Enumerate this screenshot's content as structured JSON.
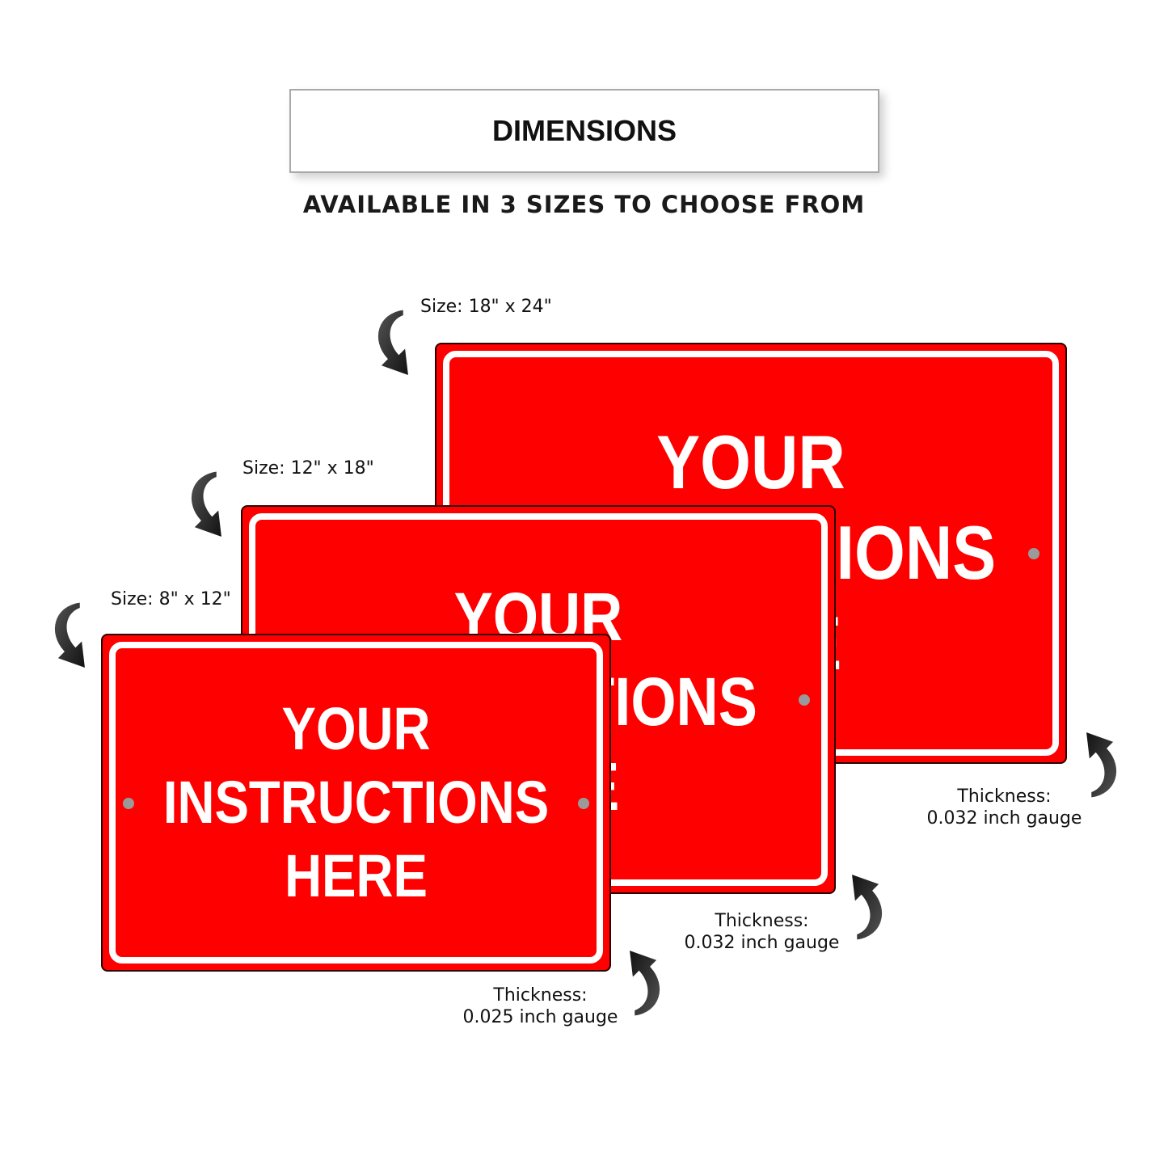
{
  "header": {
    "title": "DIMENSIONS",
    "subtitle": "AVAILABLE IN 3 SIZES TO CHOOSE FROM"
  },
  "signs": [
    {
      "size_label": "Size: 18\" x 24\"",
      "thickness_label": "Thickness:",
      "thickness_value": "0.032 inch gauge",
      "lines": [
        "YOUR",
        "INSTRUCTIONS",
        "HERE"
      ]
    },
    {
      "size_label": "Size: 12\" x 18\"",
      "thickness_label": "Thickness:",
      "thickness_value": "0.032 inch gauge",
      "lines": [
        "YOUR",
        "INSTRUCTIONS",
        "HERE"
      ]
    },
    {
      "size_label": "Size: 8\" x 12\"",
      "thickness_label": "Thickness:",
      "thickness_value": "0.025 inch gauge",
      "lines": [
        "YOUR",
        "INSTRUCTIONS",
        "HERE"
      ]
    }
  ],
  "colors": {
    "sign_red": "#ff0000",
    "text_white": "#ffffff"
  }
}
